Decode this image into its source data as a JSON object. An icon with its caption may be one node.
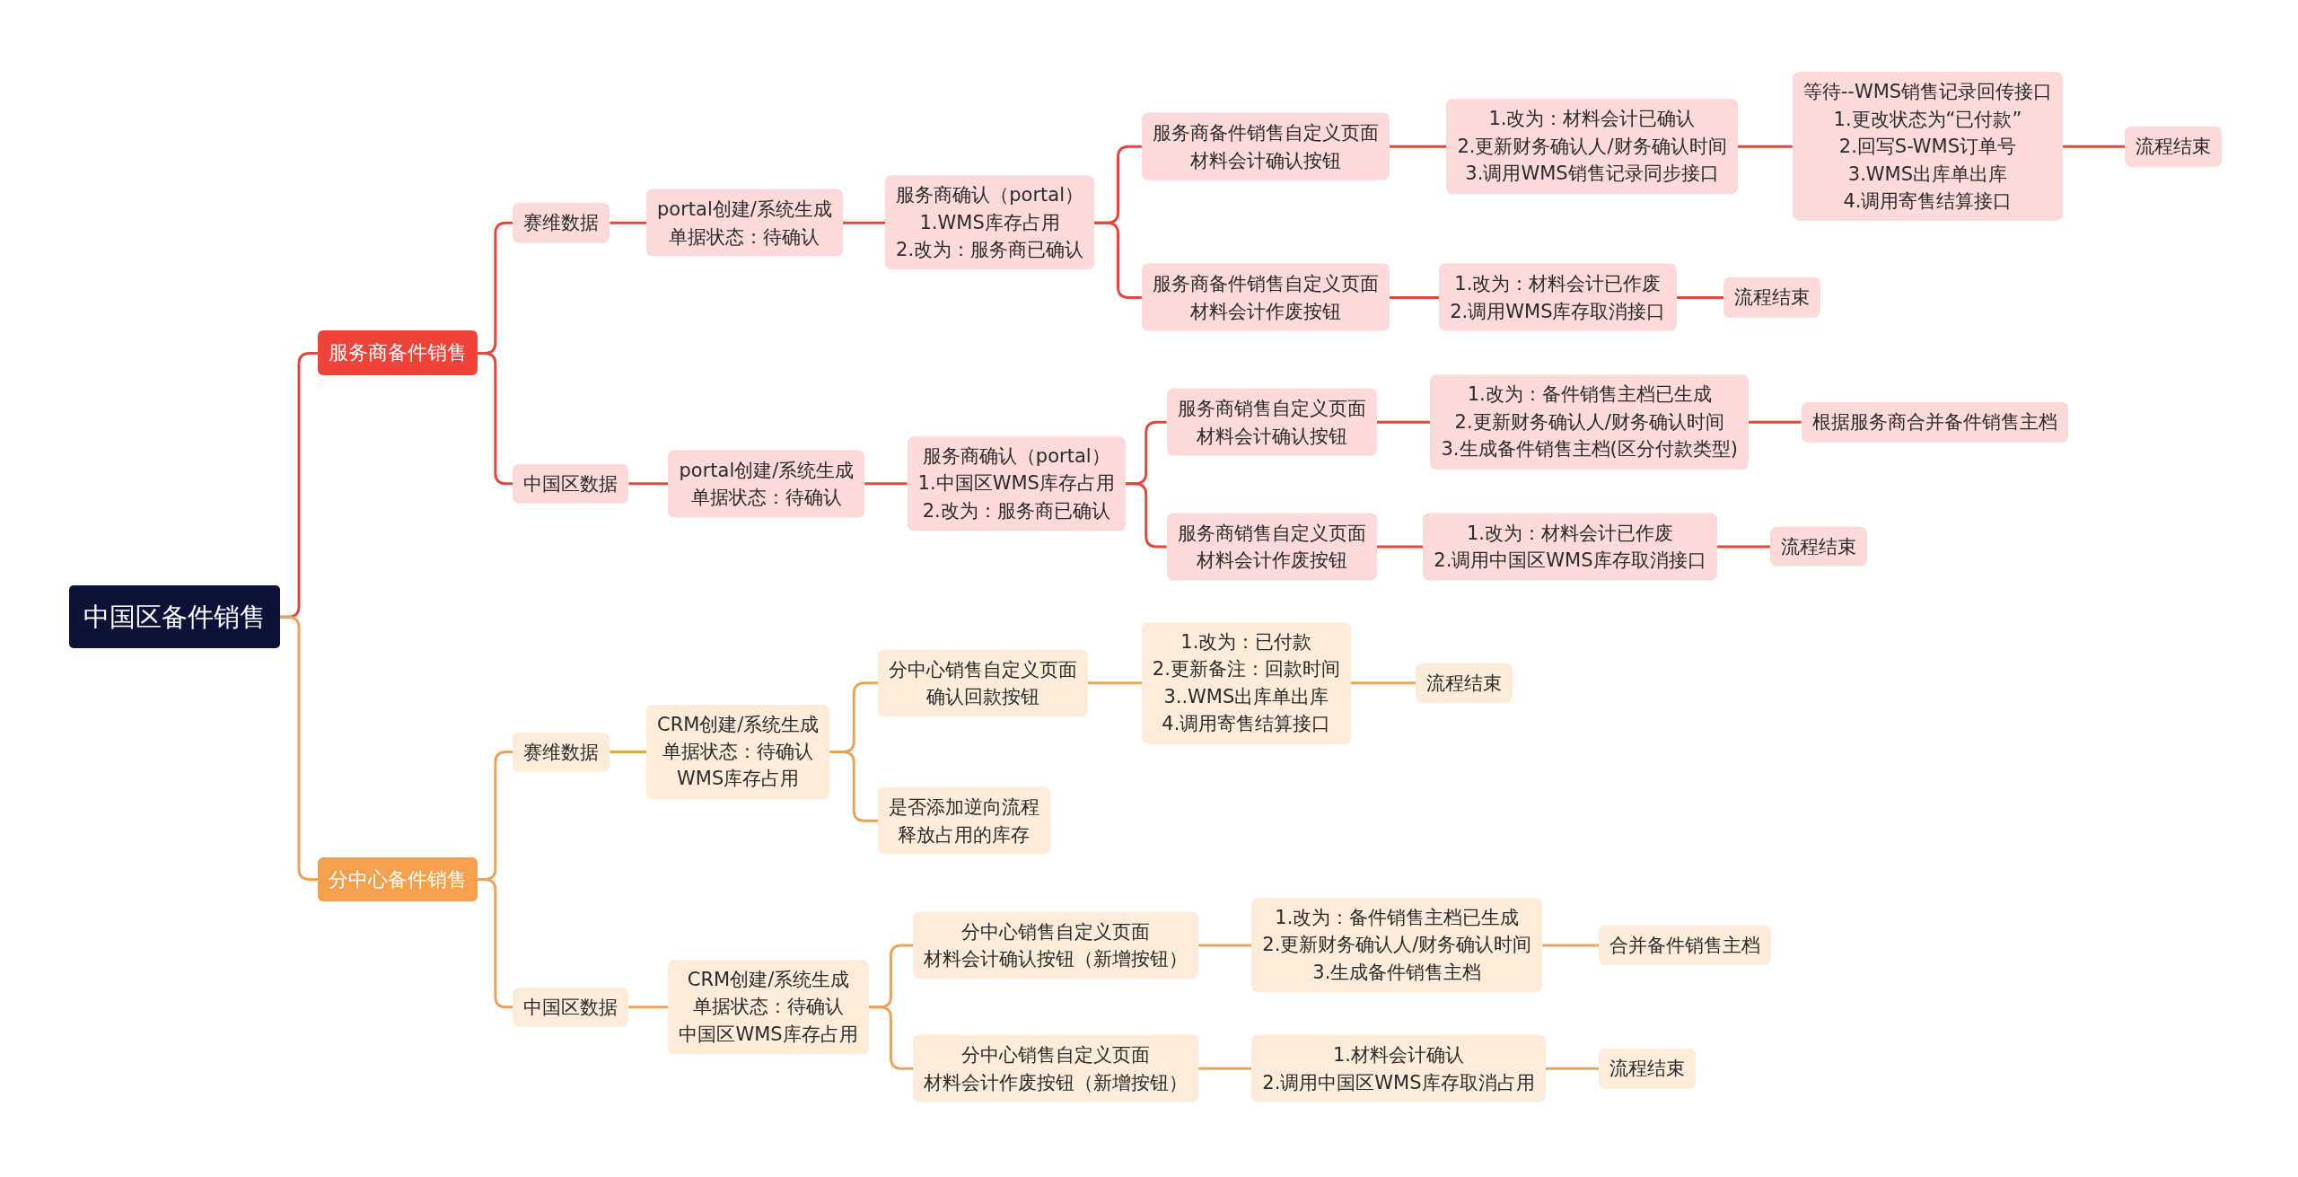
{
  "diagram": {
    "nodes": [
      {
        "text": [
          "中国区备件销售"
        ]
      },
      {
        "text": [
          "服务商备件销售"
        ]
      },
      {
        "text": [
          "赛维数据"
        ]
      },
      {
        "text": [
          "portal创建/系统生成",
          "单据状态：待确认"
        ]
      },
      {
        "text": [
          "服务商确认（portal）",
          "1.WMS库存占用",
          "2.改为：服务商已确认"
        ]
      },
      {
        "text": [
          "服务商备件销售自定义页面",
          "材料会计确认按钮"
        ]
      },
      {
        "text": [
          "1.改为：材料会计已确认",
          "2.更新财务确认人/财务确认时间",
          "3.调用WMS销售记录同步接口"
        ]
      },
      {
        "text": [
          "等待--WMS销售记录回传接口",
          "1.更改状态为“已付款”",
          "2.回写S-WMS订单号",
          "3.WMS出库单出库",
          "4.调用寄售结算接口"
        ]
      },
      {
        "text": [
          "流程结束"
        ]
      },
      {
        "text": [
          "服务商备件销售自定义页面",
          "材料会计作废按钮"
        ]
      },
      {
        "text": [
          "1.改为：材料会计已作废",
          "2.调用WMS库存取消接口"
        ]
      },
      {
        "text": [
          "流程结束"
        ]
      },
      {
        "text": [
          "中国区数据"
        ]
      },
      {
        "text": [
          "portal创建/系统生成",
          "单据状态：待确认"
        ]
      },
      {
        "text": [
          "服务商确认（portal）",
          "1.中国区WMS库存占用",
          "2.改为：服务商已确认"
        ]
      },
      {
        "text": [
          "服务商销售自定义页面",
          "材料会计确认按钮"
        ]
      },
      {
        "text": [
          "1.改为：备件销售主档已生成",
          "2.更新财务确认人/财务确认时间",
          "3.生成备件销售主档(区分付款类型)"
        ]
      },
      {
        "text": [
          "根据服务商合并备件销售主档"
        ]
      },
      {
        "text": [
          "服务商销售自定义页面",
          "材料会计作废按钮"
        ]
      },
      {
        "text": [
          "1.改为：材料会计已作废",
          "2.调用中国区WMS库存取消接口"
        ]
      },
      {
        "text": [
          "流程结束"
        ]
      },
      {
        "text": [
          "分中心备件销售"
        ]
      },
      {
        "text": [
          "赛维数据"
        ]
      },
      {
        "text": [
          "CRM创建/系统生成",
          "单据状态：待确认",
          "WMS库存占用"
        ]
      },
      {
        "text": [
          "分中心销售自定义页面",
          "确认回款按钮"
        ]
      },
      {
        "text": [
          "1.改为：已付款",
          "2.更新备注：回款时间",
          "3..WMS出库单出库",
          "4.调用寄售结算接口"
        ]
      },
      {
        "text": [
          "流程结束"
        ]
      },
      {
        "text": [
          "是否添加逆向流程",
          "释放占用的库存"
        ]
      },
      {
        "text": [
          "中国区数据"
        ]
      },
      {
        "text": [
          "CRM创建/系统生成",
          "单据状态：待确认",
          "中国区WMS库存占用"
        ]
      },
      {
        "text": [
          "分中心销售自定义页面",
          "材料会计确认按钮（新增按钮）"
        ]
      },
      {
        "text": [
          "1.改为：备件销售主档已生成",
          "2.更新财务确认人/财务确认时间",
          "3.生成备件销售主档"
        ]
      },
      {
        "text": [
          "合并备件销售主档"
        ]
      },
      {
        "text": [
          "分中心销售自定义页面",
          "材料会计作废按钮（新增按钮）"
        ]
      },
      {
        "text": [
          "1.材料会计确认",
          "2.调用中国区WMS库存取消占用"
        ]
      },
      {
        "text": [
          "流程结束"
        ]
      }
    ],
    "edges": [
      {
        "from": 0,
        "to": 1,
        "arrow": "none"
      },
      {
        "from": 1,
        "to": 2,
        "arrow": "none"
      },
      {
        "from": 2,
        "to": 3,
        "arrow": "none"
      },
      {
        "from": 3,
        "to": 4,
        "arrow": "none"
      },
      {
        "from": 4,
        "to": 5,
        "arrow": "none"
      },
      {
        "from": 5,
        "to": 6,
        "arrow": "none"
      },
      {
        "from": 6,
        "to": 7,
        "arrow": "none"
      },
      {
        "from": 7,
        "to": 8,
        "arrow": "none"
      },
      {
        "from": 4,
        "to": 9,
        "arrow": "none"
      },
      {
        "from": 9,
        "to": 10,
        "arrow": "none"
      },
      {
        "from": 10,
        "to": 11,
        "arrow": "none"
      },
      {
        "from": 1,
        "to": 12,
        "arrow": "none"
      },
      {
        "from": 12,
        "to": 13,
        "arrow": "none"
      },
      {
        "from": 13,
        "to": 14,
        "arrow": "none"
      },
      {
        "from": 14,
        "to": 15,
        "arrow": "none"
      },
      {
        "from": 15,
        "to": 16,
        "arrow": "none"
      },
      {
        "from": 16,
        "to": 17,
        "arrow": "none"
      },
      {
        "from": 14,
        "to": 18,
        "arrow": "none"
      },
      {
        "from": 18,
        "to": 19,
        "arrow": "none"
      },
      {
        "from": 19,
        "to": 20,
        "arrow": "none"
      },
      {
        "from": 0,
        "to": 21,
        "arrow": "none",
        "color": "#eaa35b"
      },
      {
        "from": 21,
        "to": 22,
        "arrow": "none",
        "color": "#eaa35b"
      },
      {
        "from": 22,
        "to": 23,
        "arrow": "none",
        "color": "#eaa35b"
      },
      {
        "from": 23,
        "to": 24,
        "arrow": "none",
        "color": "#eaa35b"
      },
      {
        "from": 24,
        "to": 25,
        "arrow": "none",
        "color": "#eaa35b"
      },
      {
        "from": 25,
        "to": 26,
        "arrow": "none",
        "color": "#eaa35b"
      },
      {
        "from": 23,
        "to": 27,
        "arrow": "none",
        "color": "#eaa35b"
      },
      {
        "from": 21,
        "to": 28,
        "arrow": "none",
        "color": "#eaa35b"
      },
      {
        "from": 28,
        "to": 29,
        "arrow": "none",
        "color": "#eaa35b"
      },
      {
        "from": 29,
        "to": 30,
        "arrow": "none",
        "color": "#eaa35b"
      },
      {
        "from": 30,
        "to": 31,
        "arrow": "none",
        "color": "#eaa35b"
      },
      {
        "from": 31,
        "to": 32,
        "arrow": "none",
        "color": "#eaa35b"
      },
      {
        "from": 29,
        "to": 33,
        "arrow": "none",
        "color": "#eaa35b"
      },
      {
        "from": 33,
        "to": 34,
        "arrow": "none",
        "color": "#eaa35b"
      },
      {
        "from": 34,
        "to": 35,
        "arrow": "none",
        "color": "#eaa35b"
      }
    ]
  }
}
